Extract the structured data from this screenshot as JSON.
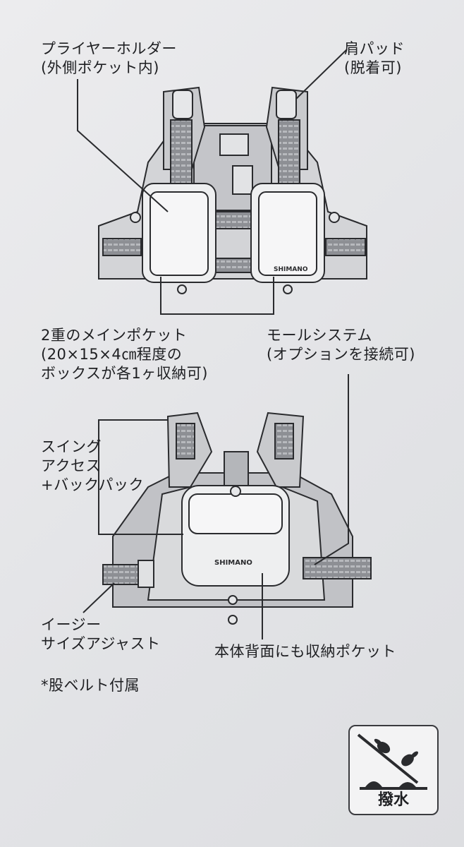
{
  "callouts": {
    "plier_holder": {
      "line1": "プライヤーホルダー",
      "line2": "(外側ポケット内)"
    },
    "shoulder_pad": {
      "line1": "肩パッド",
      "line2": "(脱着可)"
    },
    "main_pocket": {
      "line1": "2重のメインポケット",
      "line2": "(20×15×4㎝程度の",
      "line3": "ボックスが各1ヶ収納可)"
    },
    "molle_system": {
      "line1": "モールシステム",
      "line2": "(オプションを接続可)"
    },
    "swing_access": {
      "line1": "スイング",
      "line2": "アクセス",
      "line3": "+バックパック"
    },
    "easy_size": {
      "line1": "イージー",
      "line2": "サイズアジャスト"
    },
    "back_pocket": {
      "line1": "本体背面にも収納ポケット"
    },
    "crotch_belt": {
      "line1": "*股ベルト付属"
    }
  },
  "brand": {
    "logo_text": "SHIMANO"
  },
  "badge": {
    "label": "撥水",
    "icon": "water-repellent-icon"
  },
  "colors": {
    "text": "#1e1f22",
    "line": "#2a2b2e",
    "vest_fill": "#d3d4d7",
    "vest_dark": "#9c9ea3"
  }
}
